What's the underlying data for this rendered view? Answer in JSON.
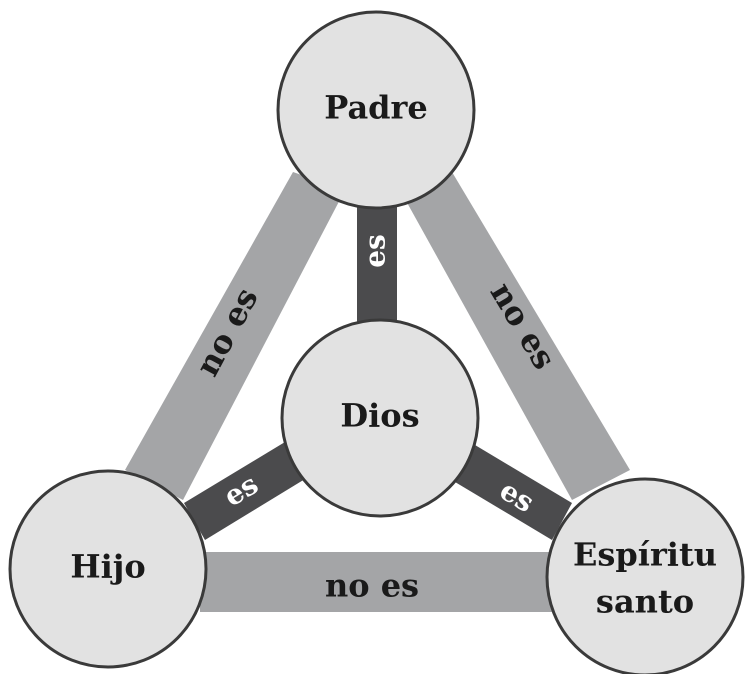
{
  "nodes": {
    "padre": "Padre",
    "dios": "Dios",
    "hijo": "Hijo",
    "espiritu_line1": "Espíritu",
    "espiritu_line2": "santo"
  },
  "edges": {
    "padre_dios": "es",
    "hijo_dios": "es",
    "espiritu_dios": "es",
    "padre_hijo": "no es",
    "padre_espiritu": "no es",
    "hijo_espiritu": "no es"
  },
  "colors": {
    "outer_bar": "#a4a5a7",
    "inner_bar": "#4b4b4d",
    "node_fill": "#e2e2e2",
    "node_stroke": "#3a3a3a"
  }
}
